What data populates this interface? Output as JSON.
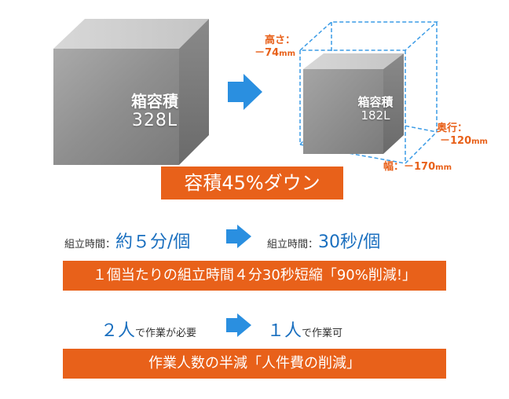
{
  "before": {
    "cube_line1": "箱容積",
    "cube_line2": "328L"
  },
  "after": {
    "cube_line1": "箱容積",
    "cube_line2": "182L",
    "height_label": "高さ：",
    "height_value": "－74",
    "depth_label": "奥行：",
    "depth_value": "－120",
    "width_label": "幅：",
    "width_value": "－170",
    "unit": "mm"
  },
  "volume_banner": "容積45%ダウン",
  "assembly": {
    "before_label": "組立時間：",
    "before_value": "約５分/個",
    "after_label": "組立時間：",
    "after_value": "30秒/個",
    "banner": "１個当たりの組立時間４分30秒短縮「90%削減!」"
  },
  "workers": {
    "before_count": "２人",
    "before_text": "で作業が必要",
    "after_count": "１人",
    "after_text": "で作業可",
    "banner": "作業人数の半減「人件費の削減」"
  },
  "colors": {
    "accent": "#e8611a",
    "arrow": "#2a8fe0",
    "blue_text": "#1a6fbf",
    "dashed": "#3a9be6"
  }
}
